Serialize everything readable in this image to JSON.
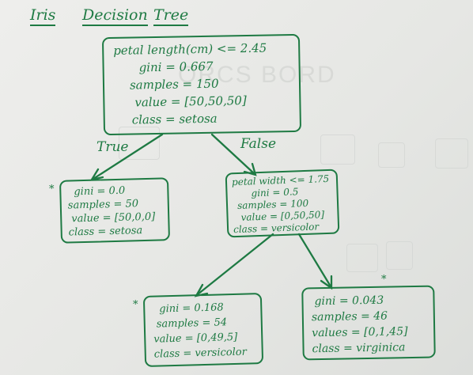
{
  "title": [
    "Iris",
    "Decision",
    "Tree"
  ],
  "root": {
    "lines": [
      "petal length(cm) <= 2.45",
      "gini = 0.667",
      "samples = 150",
      "value = [50,50,50]",
      "class = setosa"
    ]
  },
  "edge_labels": {
    "left": "True",
    "right": "False"
  },
  "left_leaf": {
    "lines": [
      "gini = 0.0",
      "samples = 50",
      "value = [50,0,0]",
      "class = setosa"
    ]
  },
  "right_split": {
    "lines": [
      "petal width <= 1.75",
      "gini = 0.5",
      "samples = 100",
      "value = [0,50,50]",
      "class = versicolor"
    ]
  },
  "leaf_versicolor": {
    "lines": [
      "gini = 0.168",
      "samples = 54",
      "value = [0,49,5]",
      "class = versicolor"
    ]
  },
  "leaf_virginica": {
    "lines": [
      "gini = 0.043",
      "samples = 46",
      "values = [0,1,45]",
      "class = virginica"
    ]
  },
  "marks": {
    "left_star": "*",
    "versicolor_star": "*",
    "virginica_star": "*"
  },
  "colors": {
    "ink": "#1e7a43",
    "board": "#e9eae7"
  }
}
